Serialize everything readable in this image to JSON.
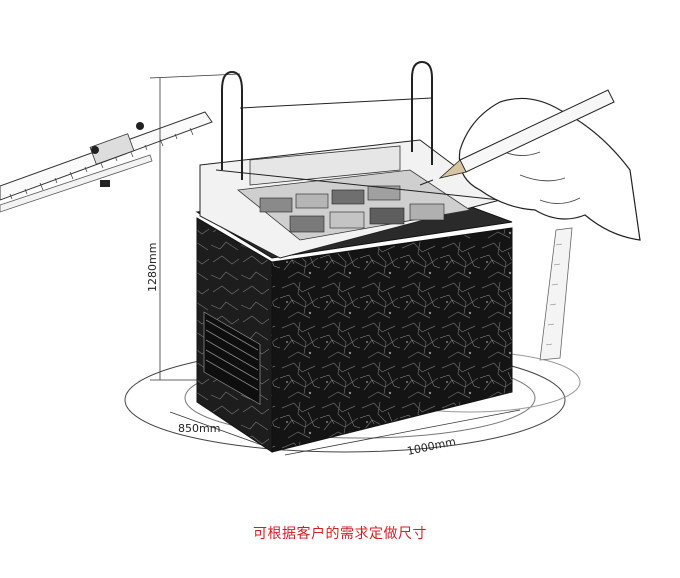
{
  "dimensions": {
    "height": "1280mm",
    "depth": "850mm",
    "width": "1000mm"
  },
  "caption": "可根据客户的需求定做尺寸",
  "colors": {
    "caption": "#d31e25",
    "cabinet_dark": "#151515",
    "sketch_line": "#333333"
  }
}
